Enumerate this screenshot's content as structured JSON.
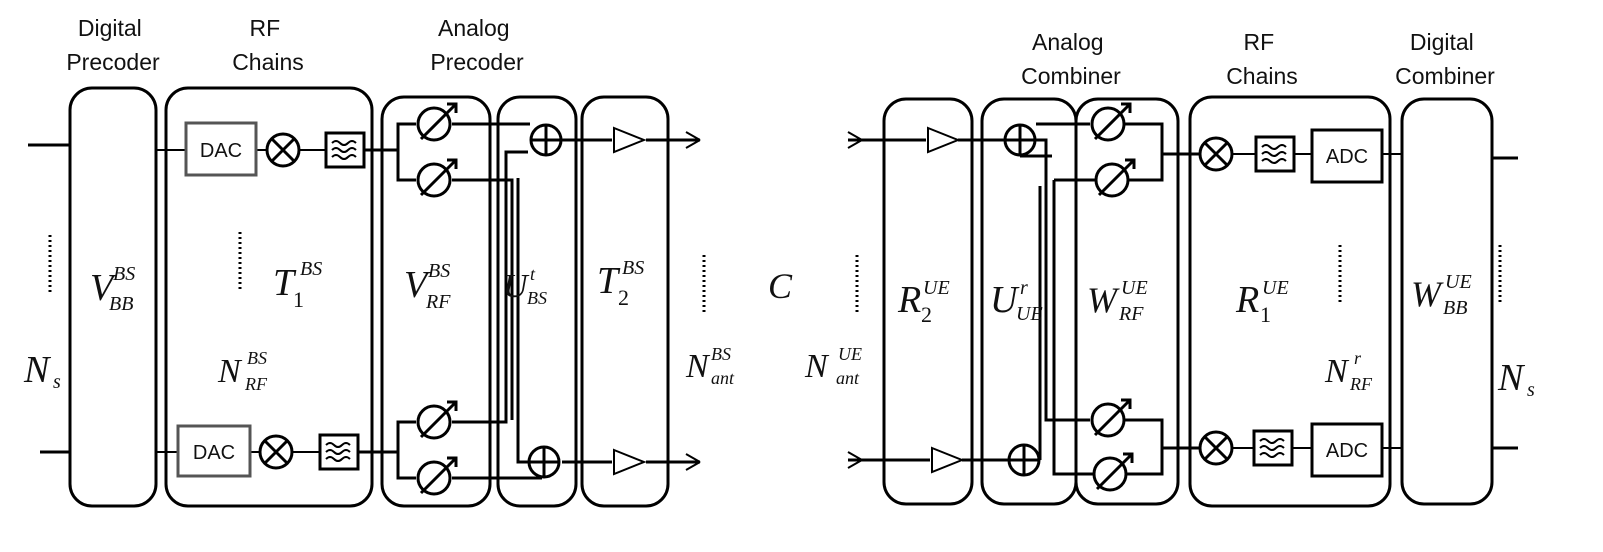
{
  "labels": {
    "digital_precoder": [
      "Digital",
      "Precoder"
    ],
    "rf_chains_tx": [
      "RF",
      "Chains"
    ],
    "analog_precoder": [
      "Analog",
      "Precoder"
    ],
    "analog_combiner": [
      "Analog",
      "Combiner"
    ],
    "rf_chains_rx": [
      "RF",
      "Chains"
    ],
    "digital_combiner": [
      "Digital",
      "Combiner"
    ]
  },
  "math": {
    "v_bb_bs": {
      "base": "V",
      "sup": "BS",
      "sub": "BB"
    },
    "t1_bs": {
      "base": "T",
      "sup": "BS",
      "sub": "1"
    },
    "v_rf_bs": {
      "base": "V",
      "sup": "BS",
      "sub": "RF"
    },
    "u_bs_t": {
      "base": "U",
      "sup": "t",
      "sub": "BS"
    },
    "t2_bs": {
      "base": "T",
      "sup": "BS",
      "sub": "2"
    },
    "n_s_tx": {
      "base": "N",
      "sub": "s"
    },
    "n_rf_bs": {
      "base": "N",
      "sup": "BS",
      "sub": "RF"
    },
    "n_ant_bs": {
      "base": "N",
      "sup": "BS",
      "sub": "ant"
    },
    "channel": {
      "base": "C"
    },
    "n_ant_ue": {
      "base": "N",
      "sup": "UE",
      "sub": "ant"
    },
    "r2_ue": {
      "base": "R",
      "sup": "UE",
      "sub": "2"
    },
    "u_ue_r": {
      "base": "U",
      "sup": "r",
      "sub": "UE"
    },
    "w_rf_ue": {
      "base": "W",
      "sup": "UE",
      "sub": "RF"
    },
    "r1_ue": {
      "base": "R",
      "sup": "UE",
      "sub": "1"
    },
    "n_rf_r": {
      "base": "N",
      "sup": "r",
      "sub": "RF"
    },
    "w_bb_ue": {
      "base": "W",
      "sup": "UE",
      "sub": "BB"
    },
    "n_s_rx": {
      "base": "N",
      "sub": "s"
    }
  },
  "devices": {
    "dac": "DAC",
    "adc": "ADC"
  }
}
